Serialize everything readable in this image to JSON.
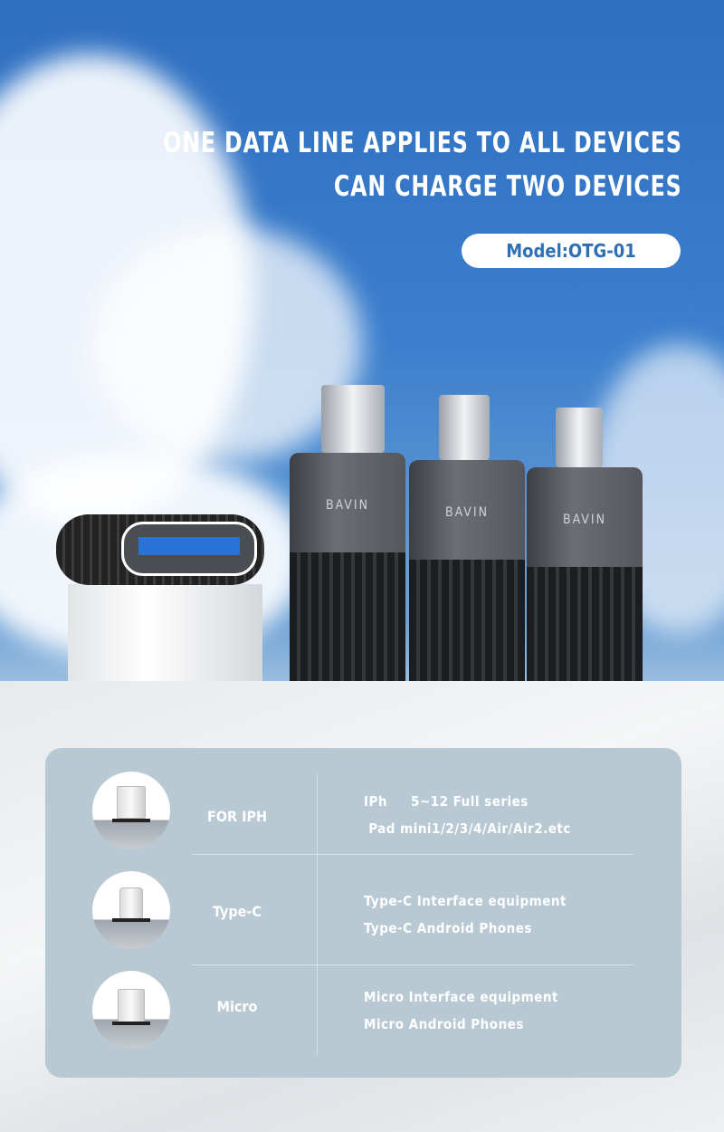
{
  "headline": {
    "line1": "ONE DATA LINE APPLIES TO ALL DEVICES",
    "line2": "CAN CHARGE TWO DEVICES"
  },
  "model": "Model:OTG-01",
  "product": {
    "brand": "BAVIN",
    "adapters": [
      "usb-a-adapter",
      "type-c-adapter",
      "lightning-adapter",
      "micro-usb-adapter"
    ]
  },
  "specs": [
    {
      "icon": "lightning-connector-icon",
      "label": "FOR IPH",
      "lines": [
        "IPh     5~12 Full series",
        " Pad mini1/2/3/4/Air/Air2.etc"
      ]
    },
    {
      "icon": "type-c-connector-icon",
      "label": "Type-C",
      "lines": [
        "Type-C Interface equipment",
        "Type-C Android Phones"
      ]
    },
    {
      "icon": "micro-usb-connector-icon",
      "label": "Micro",
      "lines": [
        "Micro Interface equipment",
        "Micro Android Phones"
      ]
    }
  ],
  "colors": {
    "sky": "#3b7fcd",
    "panel": "#b8c9d3",
    "model_text": "#2f6fb3"
  }
}
